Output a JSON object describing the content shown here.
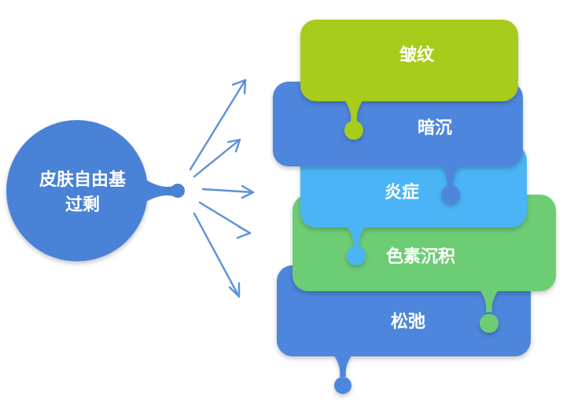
{
  "center": {
    "label_line1": "皮肤自由基",
    "label_line2": "过剩",
    "color": "#4a82d6"
  },
  "arrow_color": "#5b92d8",
  "problems": [
    {
      "label": "皱纹",
      "color": "#a7cc1a"
    },
    {
      "label": "暗沉",
      "color": "#4d86dc"
    },
    {
      "label": "炎症",
      "color": "#4cb4f6"
    },
    {
      "label": "色素沉积",
      "color": "#6ccd74"
    },
    {
      "label": "松弛",
      "color": "#4d86dc"
    }
  ]
}
